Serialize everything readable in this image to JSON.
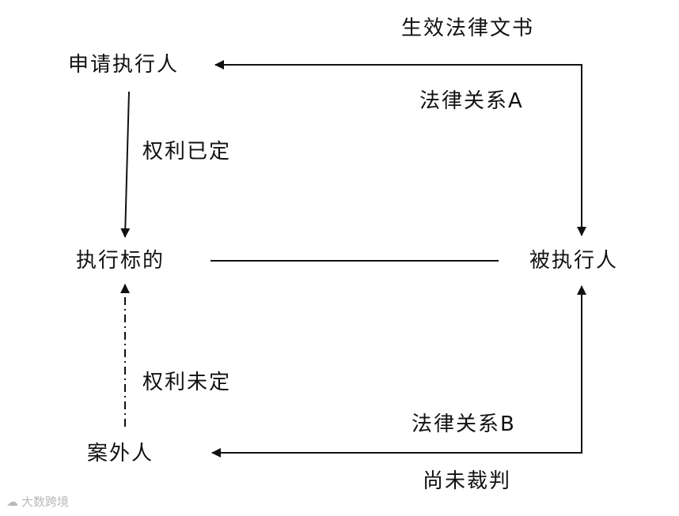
{
  "nodes": {
    "applicant": "申请执行人",
    "target": "执行标的",
    "respondent": "被执行人",
    "outsider": "案外人"
  },
  "edge_labels": {
    "effective_doc": "生效法律文书",
    "relation_a": "法律关系A",
    "rights_fixed": "权利已定",
    "rights_unfixed": "权利未定",
    "relation_b": "法律关系B",
    "not_judged": "尚未裁判"
  },
  "watermark": {
    "text": "大数跨境",
    "icon": "cloud-logo-icon"
  },
  "colors": {
    "ink": "#111111",
    "watermark": "#b9b9b9"
  }
}
